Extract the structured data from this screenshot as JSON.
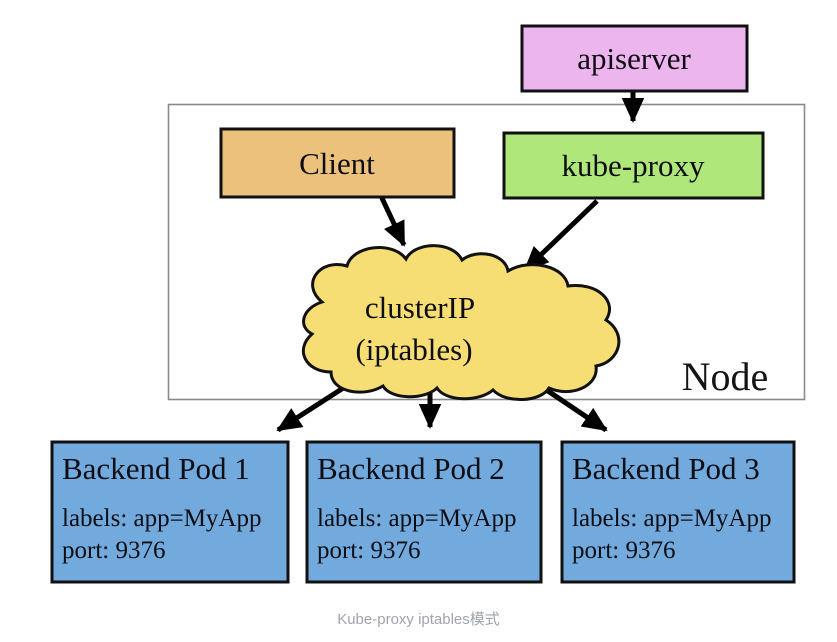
{
  "caption": "Kube-proxy iptables模式",
  "colors": {
    "apiserver": "#edb5ed",
    "client": "#ebc17c",
    "kube_proxy": "#afe77b",
    "cloud": "#f6de74",
    "pod": "#73aadd",
    "box_border": "#111111",
    "node_border": "#8a8a8a",
    "arrow": "#000000"
  },
  "diagram": {
    "node_label": "Node",
    "apiserver": {
      "label": "apiserver"
    },
    "client": {
      "label": "Client"
    },
    "kube_proxy": {
      "label": "kube-proxy"
    },
    "cluster_ip": {
      "line1": "clusterIP",
      "line2": "(iptables)"
    },
    "pods": [
      {
        "title": "Backend Pod 1",
        "labels": "labels: app=MyApp",
        "port": "port: 9376"
      },
      {
        "title": "Backend Pod 2",
        "labels": "labels: app=MyApp",
        "port": "port: 9376"
      },
      {
        "title": "Backend Pod 3",
        "labels": "labels: app=MyApp",
        "port": "port: 9376"
      }
    ]
  }
}
